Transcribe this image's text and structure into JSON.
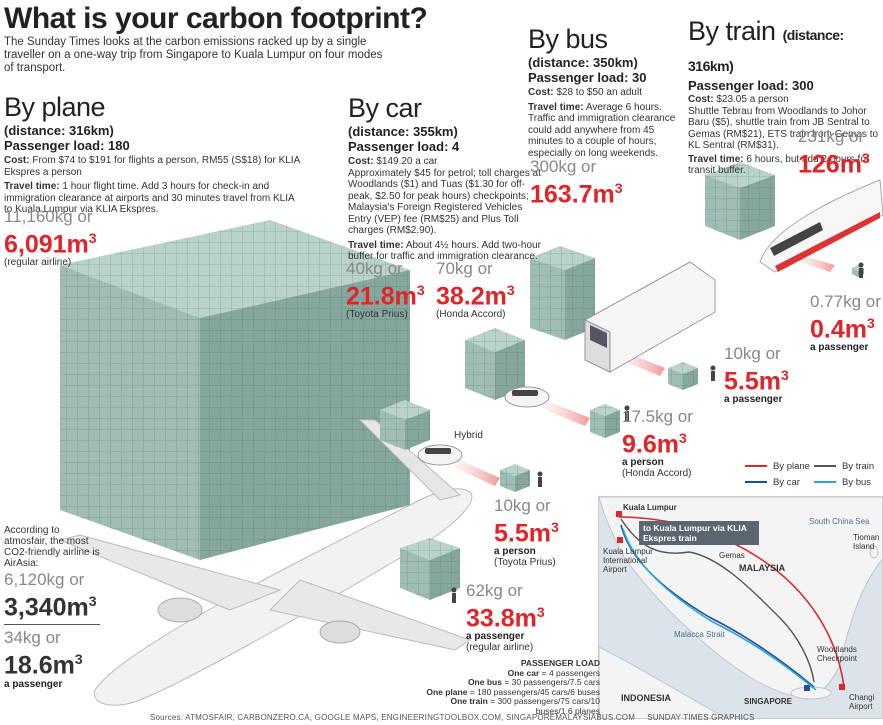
{
  "header": {
    "title": "What is your carbon footprint?",
    "intro": "The Sunday Times looks at the carbon emissions racked up by a single traveller on a one-way trip from Singapore to Kuala Lumpur on four modes of transport."
  },
  "plane": {
    "mode": "By plane",
    "distance": "(distance: 316km)",
    "load": "Passenger load: 180",
    "cost_label": "Cost:",
    "cost": "From $74 to $191 for flights a person, RM55 (S$18) for KLIA Ekspres a person",
    "time_label": "Travel time:",
    "time": "1 hour flight time. Add 3 hours for check-in and immigration clearance at airports and 30 minutes travel from KLIA to Kuala Lumpur via KLIA Ekspres.",
    "total_kg": "11,160kg or",
    "total_m3": "6,091m",
    "total_note": "(regular airline)",
    "airasia_note": "According to atmosfair, the most CO2-friendly airline is AirAsia:",
    "airasia_kg": "6,120kg or",
    "airasia_m3": "3,340m",
    "pp_kg": "34kg or",
    "pp_m3": "18.6m",
    "pp_note": "a passenger",
    "pax_kg": "62kg or",
    "pax_m3": "33.8m",
    "pax_note1": "a passenger",
    "pax_note2": "(regular airline)"
  },
  "car": {
    "mode": "By car",
    "distance": "(distance: 355km)",
    "load": "Passenger load: 4",
    "cost_label": "Cost:",
    "cost": "$149.20 a car",
    "cost_detail": "Approximately $45 for petrol; toll charges at Woodlands ($1) and Tuas ($1.30 for off-peak, $2.50 for peak hours) checkpoints; Malaysia's Foreign Registered Vehicles Entry (VEP) fee (RM$25) and Plus Toll charges (RM$2.90).",
    "time_label": "Travel time:",
    "time": "About 4½ hours. Add two-hour buffer for traffic and immigration clearance.",
    "prius_kg": "40kg or",
    "prius_m3": "21.8m",
    "prius_note": "(Toyota Prius)",
    "accord_kg": "70kg or",
    "accord_m3": "38.2m",
    "accord_note": "(Honda Accord)",
    "hybrid": "Hybrid",
    "pp_prius_kg": "10kg or",
    "pp_prius_m3": "5.5m",
    "pp_prius_note1": "a person",
    "pp_prius_note2": "(Toyota Prius)",
    "pp_accord_kg": "17.5kg or",
    "pp_accord_m3": "9.6m",
    "pp_accord_note1": "a person",
    "pp_accord_note2": "(Honda Accord)"
  },
  "bus": {
    "mode": "By bus",
    "distance": "(distance: 350km)",
    "load": "Passenger load: 30",
    "cost_label": "Cost:",
    "cost": "$28 to $50 an adult",
    "time_label": "Travel time:",
    "time": "Average 6 hours. Traffic and immigration clearance could add anywhere from 45 minutes to a couple of hours, especially on long weekends.",
    "total_kg": "300kg or",
    "total_m3": "163.7m",
    "pp_kg": "10kg or",
    "pp_m3": "5.5m",
    "pp_note": "a passenger"
  },
  "train": {
    "mode": "By train",
    "distance": "(distance: 316km)",
    "load": "Passenger load: 300",
    "cost_label": "Cost:",
    "cost": "$23.05 a person",
    "cost_detail": "Shuttle Tebrau from Woodlands to Johor Baru ($5), shuttle train from JB Sentral to Gemas (RM$21), ETS train from Gemas to KL Sentral (RM$31).",
    "time_label": "Travel time:",
    "time": "6 hours, but add 2 hours for transit buffer.",
    "total_kg": "231kg or",
    "total_m3": "126m",
    "pp_kg": "0.77kg or",
    "pp_m3": "0.4m",
    "pp_note": "a passenger"
  },
  "legend": {
    "plane": "By plane",
    "train": "By train",
    "car": "By car",
    "bus": "By bus",
    "colors": {
      "plane": "#e0252a",
      "train": "#555555",
      "car": "#1f4e9c",
      "bus": "#29a8d8"
    }
  },
  "map": {
    "kl": "Kuala Lumpur",
    "callout": "to Kuala Lumpur via KLIA Ekspres train",
    "klia": "Kuala Lumpur International Airport",
    "gemas": "Gemas",
    "malaysia": "MALAYSIA",
    "scs": "South China Sea",
    "tioman": "Tioman Island",
    "malacca": "Malacca Strait",
    "woodlands": "Woodlands Checkpoint",
    "indonesia": "INDONESIA",
    "singapore": "SINGAPORE",
    "changi": "Changi Airport"
  },
  "passenger_load": {
    "title": "PASSENGER LOAD",
    "car_b": "One car",
    "car": " = 4 passengers",
    "bus_b": "One bus",
    "bus": " = 30 passengers/7.5 cars",
    "plane_b": "One plane",
    "plane": " = 180 passengers/45 cars/6 buses",
    "train_b": "One train",
    "train": " = 300 passengers/75 cars/10 buses/1.6 planes"
  },
  "footer": {
    "sources": "Sources: ATMOSFAIR, CARBONZERO.CA, GOOGLE MAPS, ENGINEERINGTOOLBOX.COM, SINGAPOREMALAYSIABUS.COM",
    "credit": "SUNDAY TIMES GRAPHICS",
    "unit_sup": "3"
  }
}
